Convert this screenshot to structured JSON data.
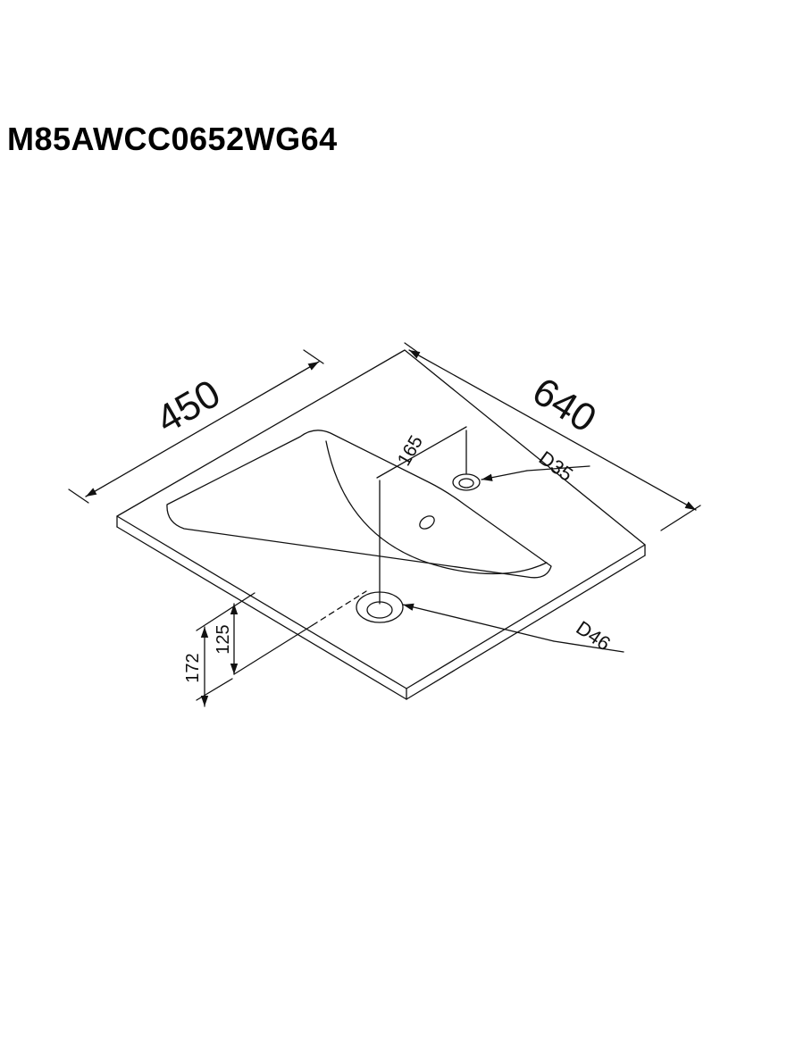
{
  "title": "M85AWCC0652WG64",
  "colors": {
    "line": "#111111",
    "background": "#ffffff"
  },
  "dimensions": {
    "width": "450",
    "length": "640",
    "faucet_offset": "165",
    "faucet_hole": "D35",
    "drain_hole": "D46",
    "drain_height": "125",
    "total_height": "172"
  }
}
